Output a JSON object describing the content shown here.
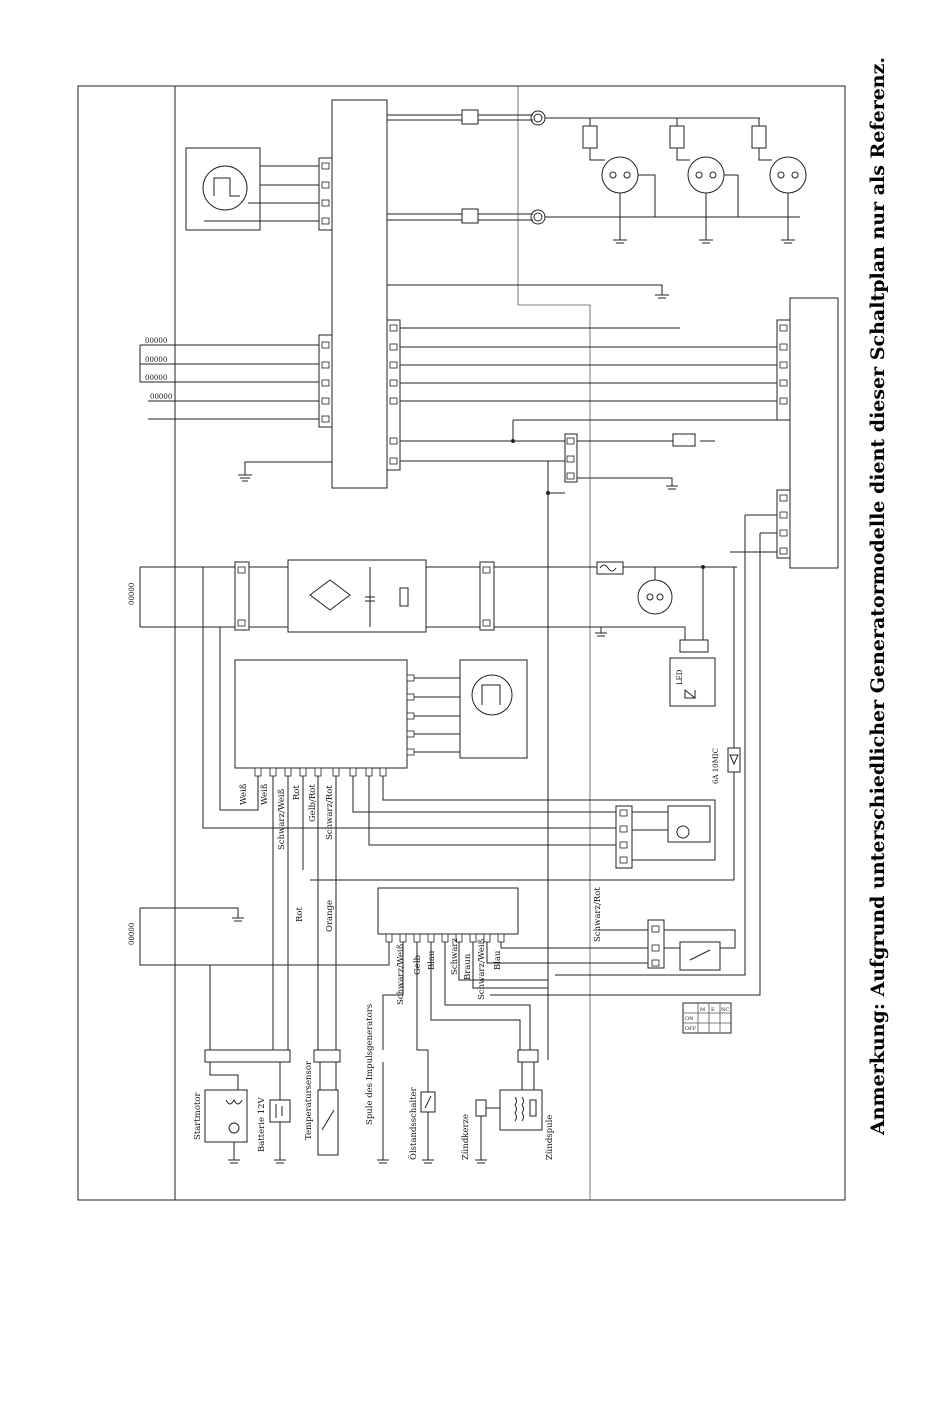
{
  "note": "Anmerkung: Aufgrund unterschiedlicher Generatormodelle dient dieser Schaltplan nur als Referenz.",
  "component_labels": {
    "startmotor": "Startmotor",
    "batterie": "Batterie 12V",
    "temperatursensor": "Temperatursensor",
    "impulsgenerator": "Spule des Impulsgenerators",
    "oelstandsschalter": "Ölstandsschalter",
    "zuendkerze": "Zündkerze",
    "zuendspule": "Zündspule",
    "fuse_rating": "6A 10MIC",
    "led": "LED"
  },
  "upper_module_wires": [
    "Weiß",
    "Weiß",
    "Schwarz/Weiß",
    "Rot",
    "Gelb/Rot",
    "Schwarz/Rot"
  ],
  "lower_module_wires": [
    "Schwarz/Weiß",
    "Gelb",
    "Blau",
    "Schwarz",
    "Braun",
    "Schwarz/Weiß",
    "Blau"
  ],
  "misc_wires": {
    "rot": "Rot",
    "orange": "Orange",
    "schwarz_rot": "Schwarz/Rot"
  },
  "switch_table": {
    "headers": [
      "",
      "M",
      "E",
      "NC"
    ],
    "rows": [
      [
        "ON",
        "",
        "",
        ""
      ],
      [
        "OFF",
        "",
        "",
        ""
      ]
    ]
  }
}
